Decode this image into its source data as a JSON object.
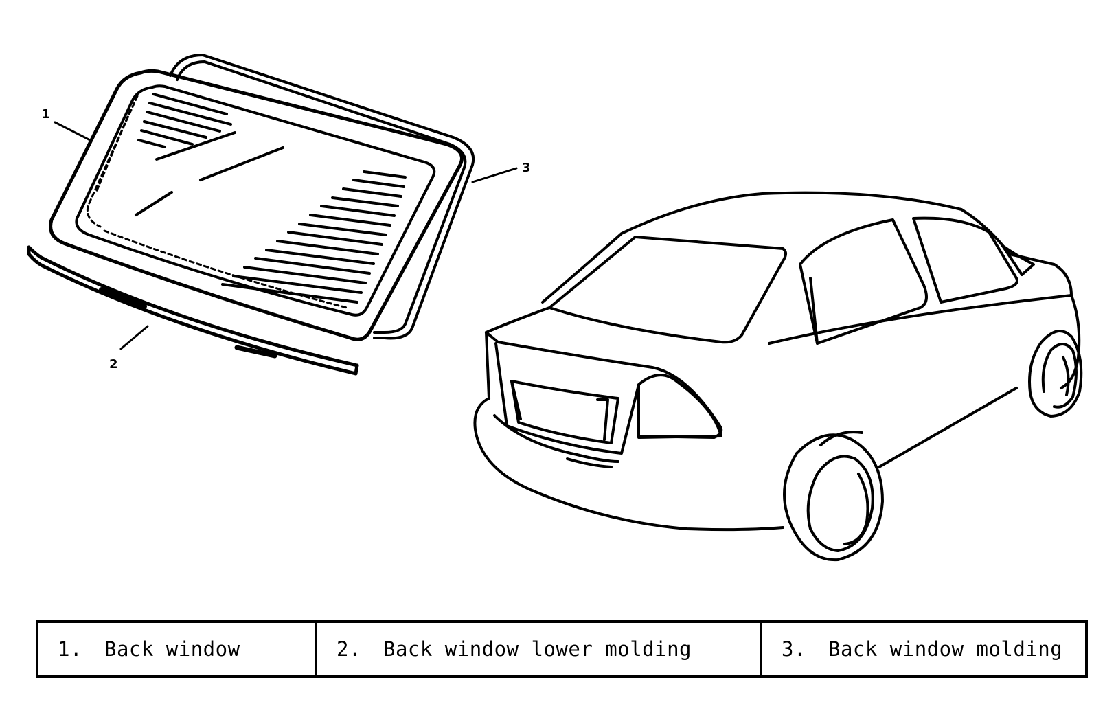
{
  "callouts": [
    {
      "id": "1",
      "label": "1"
    },
    {
      "id": "2",
      "label": "2"
    },
    {
      "id": "3",
      "label": "3"
    }
  ],
  "legend": [
    {
      "number": "1.",
      "text": "Back window"
    },
    {
      "number": "2.",
      "text": "Back window lower molding"
    },
    {
      "number": "3.",
      "text": "Back window molding"
    }
  ]
}
